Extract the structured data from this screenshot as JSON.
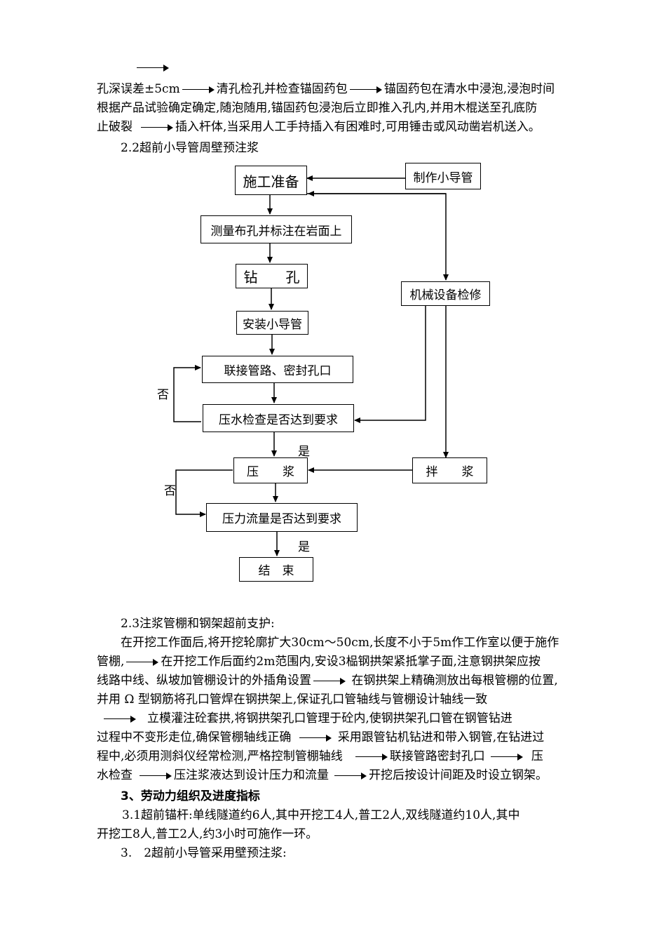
{
  "intro_lines": [
    "孔深误差±5cm",
    "清孔检孔并检查锚固药包",
    "锚固药包在清水中浸泡,浸泡时间",
    "根据产品试验确定确定,随泡随用,锚固药包浸泡后立即推入孔内,并用木棍送至孔底防",
    "止破裂",
    "插入杆体,当采用人工手持插入有困难时,可用锤击或风动凿岩机送入。"
  ],
  "section_2_2": "2.2超前小导管周壁预注浆",
  "flowchart": {
    "prep": "施工准备",
    "make_pipe": "制作小导管",
    "survey": "测量布孔并标注在岩面上",
    "drill": "钻　　孔",
    "install": "安装小导管",
    "equipment": "机械设备检修",
    "connect": "联接管路、密封孔口",
    "water_test": "压水检查是否达到要求",
    "grout": "压　　浆",
    "mix": "拌　　浆",
    "pressure_check": "压力流量是否达到要求",
    "end": "结　束",
    "no_label": "否",
    "yes_label": "是"
  },
  "section_2_3": "2.3注浆管棚和钢架超前支护:",
  "body_2_3": [
    "在开挖工作面后,将开挖轮廓扩大30cm～50cm,长度不小于5m作工作室以便于施作",
    "管棚,",
    "在开挖工作后面约2m范围内,安设3榀钢拱架紧抵掌子面,注意钢拱架应按",
    "线路中线、纵坡加管棚设计的外插角设置",
    "在钢拱架上精确测放出每根管棚的位置,",
    "并用 Ω 型钢筋将孔口管焊在钢拱架上,保证孔口管轴线与管棚设计轴线一致",
    "立模灌注砼套拱,将钢拱架孔口管理于砼内,使钢拱架孔口管在钢管钻进",
    "过程中不变形走位,确保管棚轴线正确",
    "采用跟管钻机钻进和带入钢管,在钻进过",
    "程中,必须用测斜仪经常检测,严格控制管棚轴线",
    "联接管路密封孔口",
    "压",
    "水检查",
    "压注浆液达到设计压力和流量",
    "开挖后按设计间距及时设立钢架。"
  ],
  "section_3": "3、劳动力组织及进度指标",
  "body_3_1": [
    "3.1超前锚杆:单线隧道约6人,其中开挖工4人,普工2人,双线隧道约10人,其中",
    "开挖工8人,普工2人,约3小时可施作一环。"
  ],
  "section_3_2": "3.　2超前小导管采用壁预注浆:"
}
